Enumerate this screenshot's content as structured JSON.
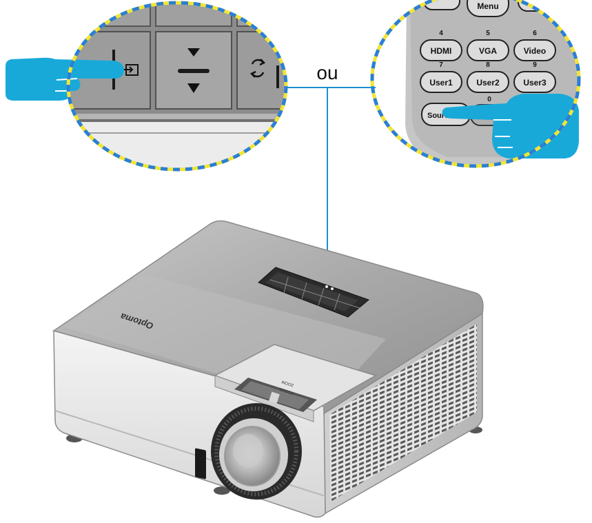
{
  "connector_label": "ou",
  "keypad": {
    "icons": [
      "source-icon",
      "arrow-up-icon",
      "arrow-down-icon",
      "resync-icon"
    ]
  },
  "remote": {
    "top_key": "Menu",
    "keys": [
      {
        "num": "4",
        "label": "HDMI"
      },
      {
        "num": "5",
        "label": "VGA"
      },
      {
        "num": "6",
        "label": "Video"
      },
      {
        "num": "7",
        "label": "User1"
      },
      {
        "num": "8",
        "label": "User2"
      },
      {
        "num": "9",
        "label": "User3"
      }
    ],
    "zero": "0",
    "source_key": "Sourc"
  },
  "projector": {
    "brand": "Optoma",
    "lens_labels": [
      "FOCUS",
      "ZOOM"
    ]
  },
  "colors": {
    "accent_line": "#1c8fd0",
    "hand": "#19a9d9",
    "dash_blue": "#2a7fd6",
    "dash_yellow": "#f2e436"
  }
}
